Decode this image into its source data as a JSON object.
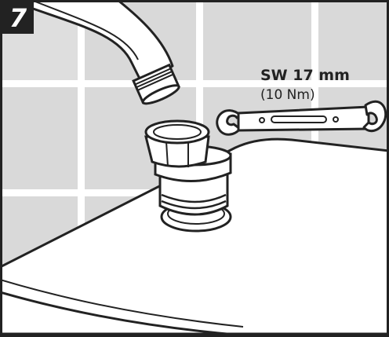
{
  "step": {
    "number": "7"
  },
  "wrench": {
    "size_label": "SW 17 mm",
    "torque_label": "(10 Nm)"
  },
  "icons": {
    "spout": "faucet-spout-icon",
    "adapter": "shower-adapter-icon",
    "wrench": "open-end-wrench-icon",
    "panel": "shower-panel-icon"
  },
  "colors": {
    "line": "#222222",
    "tile_fill": "#d9d9d9",
    "grout": "#ffffff",
    "panel_fill": "#ffffff",
    "badge_fill": "#222222"
  }
}
